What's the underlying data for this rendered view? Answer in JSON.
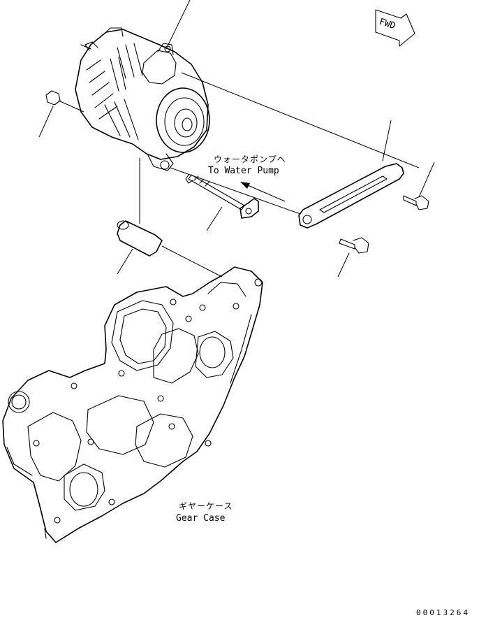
{
  "fwd_label": "FWD",
  "water_pump": {
    "jp": "ウォータポンプヘ",
    "en": "To Water Pump"
  },
  "gear_case": {
    "jp": "ギヤーケース",
    "en": "Gear Case"
  },
  "drawing_id": "00013264"
}
